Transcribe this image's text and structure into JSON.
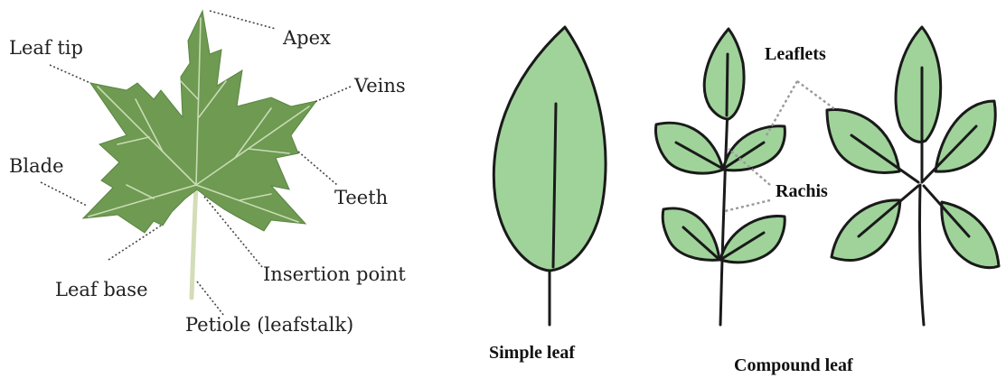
{
  "maple_labels": {
    "apex": "Apex",
    "leaf_tip": "Leaf tip",
    "veins": "Veins",
    "blade": "Blade",
    "teeth": "Teeth",
    "insertion_point": "Insertion point",
    "leaf_base": "Leaf base",
    "petiole": "Petiole (leafstalk)"
  },
  "simple_leaf": {
    "caption": "Simple leaf"
  },
  "compound_leaf": {
    "caption": "Compound leaf",
    "leaflets_label": "Leaflets",
    "rachis_label": "Rachis"
  },
  "colors": {
    "maple_fill": "#6e9a52",
    "maple_vein": "#c9dbb4",
    "sketch_fill": "#9fd39a",
    "sketch_outline": "#1a1a1a"
  }
}
